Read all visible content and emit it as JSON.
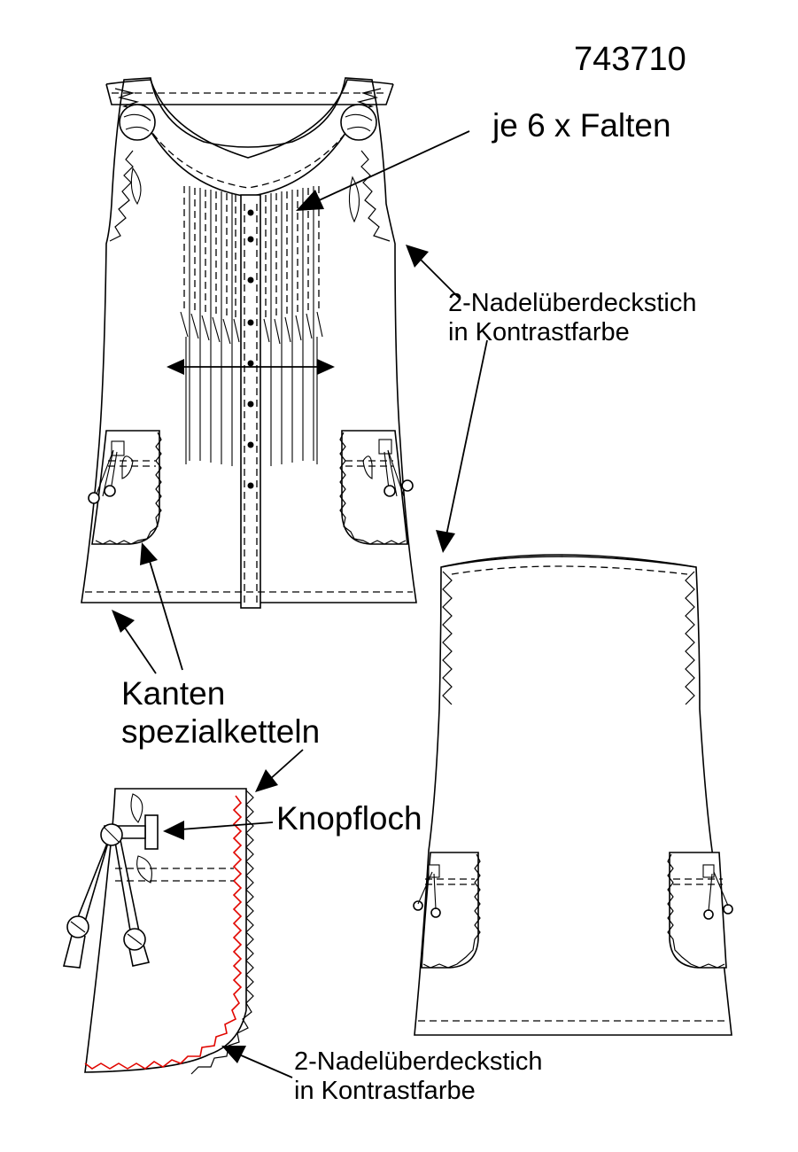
{
  "pattern": {
    "number": "743710"
  },
  "labels": {
    "pleats": "je 6 x Falten",
    "coverstitch_top_line1": "2-Nadelüberdeckstich",
    "coverstitch_top_line2": "in Kontrastfarbe",
    "edges_line1": "Kanten",
    "edges_line2": "spezialketteln",
    "buttonhole": "Knopfloch",
    "coverstitch_bottom_line1": "2-Nadelüberdeckstich",
    "coverstitch_bottom_line2": "in Kontrastfarbe"
  },
  "colors": {
    "line": "#000000",
    "contrast_stitch": "#e10600",
    "background": "#ffffff"
  }
}
